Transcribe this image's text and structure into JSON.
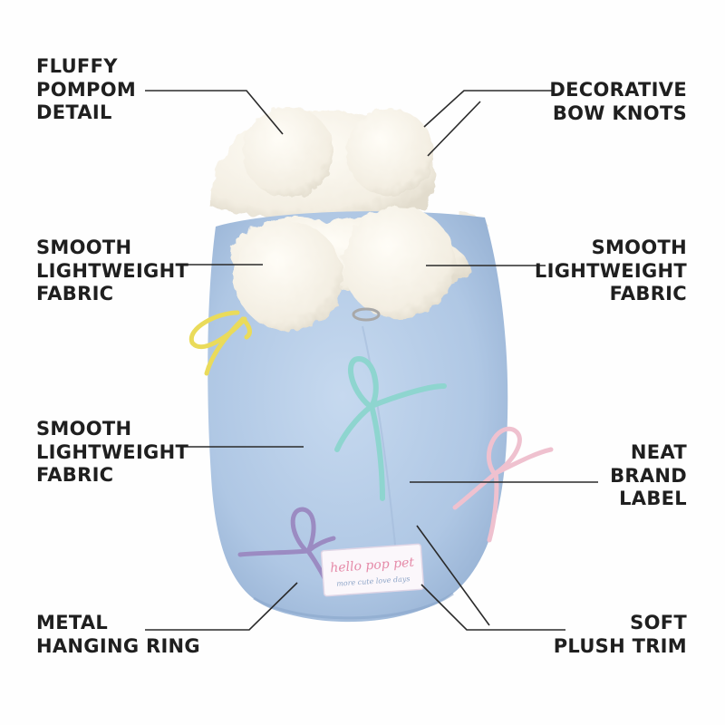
{
  "callouts": {
    "pompom": {
      "lines": [
        "FLUFFY",
        "POMPOM",
        "DETAIL"
      ]
    },
    "bow_knots": {
      "lines": [
        "DECORATIVE",
        "BOW KNOTS"
      ]
    },
    "fabric_left_upper": {
      "lines": [
        "SMOOTH",
        "LIGHTWEIGHT",
        "FABRIC"
      ]
    },
    "fabric_right": {
      "lines": [
        "SMOOTH",
        "LIGHTWEIGHT",
        "FABRIC"
      ]
    },
    "fabric_left_lower": {
      "lines": [
        "SMOOTH",
        "LIGHTWEIGHT",
        "FABRIC"
      ]
    },
    "brand_label": {
      "lines": [
        "NEAT",
        "BRAND",
        "LABEL"
      ]
    },
    "hanging_ring": {
      "lines": [
        "METAL",
        "HANGING RING"
      ]
    },
    "plush_trim": {
      "lines": [
        "SOFT",
        "PLUSH TRIM"
      ]
    }
  },
  "brand_tag": {
    "name": "hello pop pet",
    "tagline": "more cute love days"
  },
  "colors": {
    "vest_blue": "#b3cbe6",
    "fur_white": "#f7f3ea",
    "bow_yellow": "#eadb5a",
    "bow_mint": "#8ed5cf",
    "bow_pink": "#efc1cf",
    "bow_purple": "#9b8bc2",
    "text": "#1f1f1f",
    "leader_line": "#2a2a2a"
  }
}
